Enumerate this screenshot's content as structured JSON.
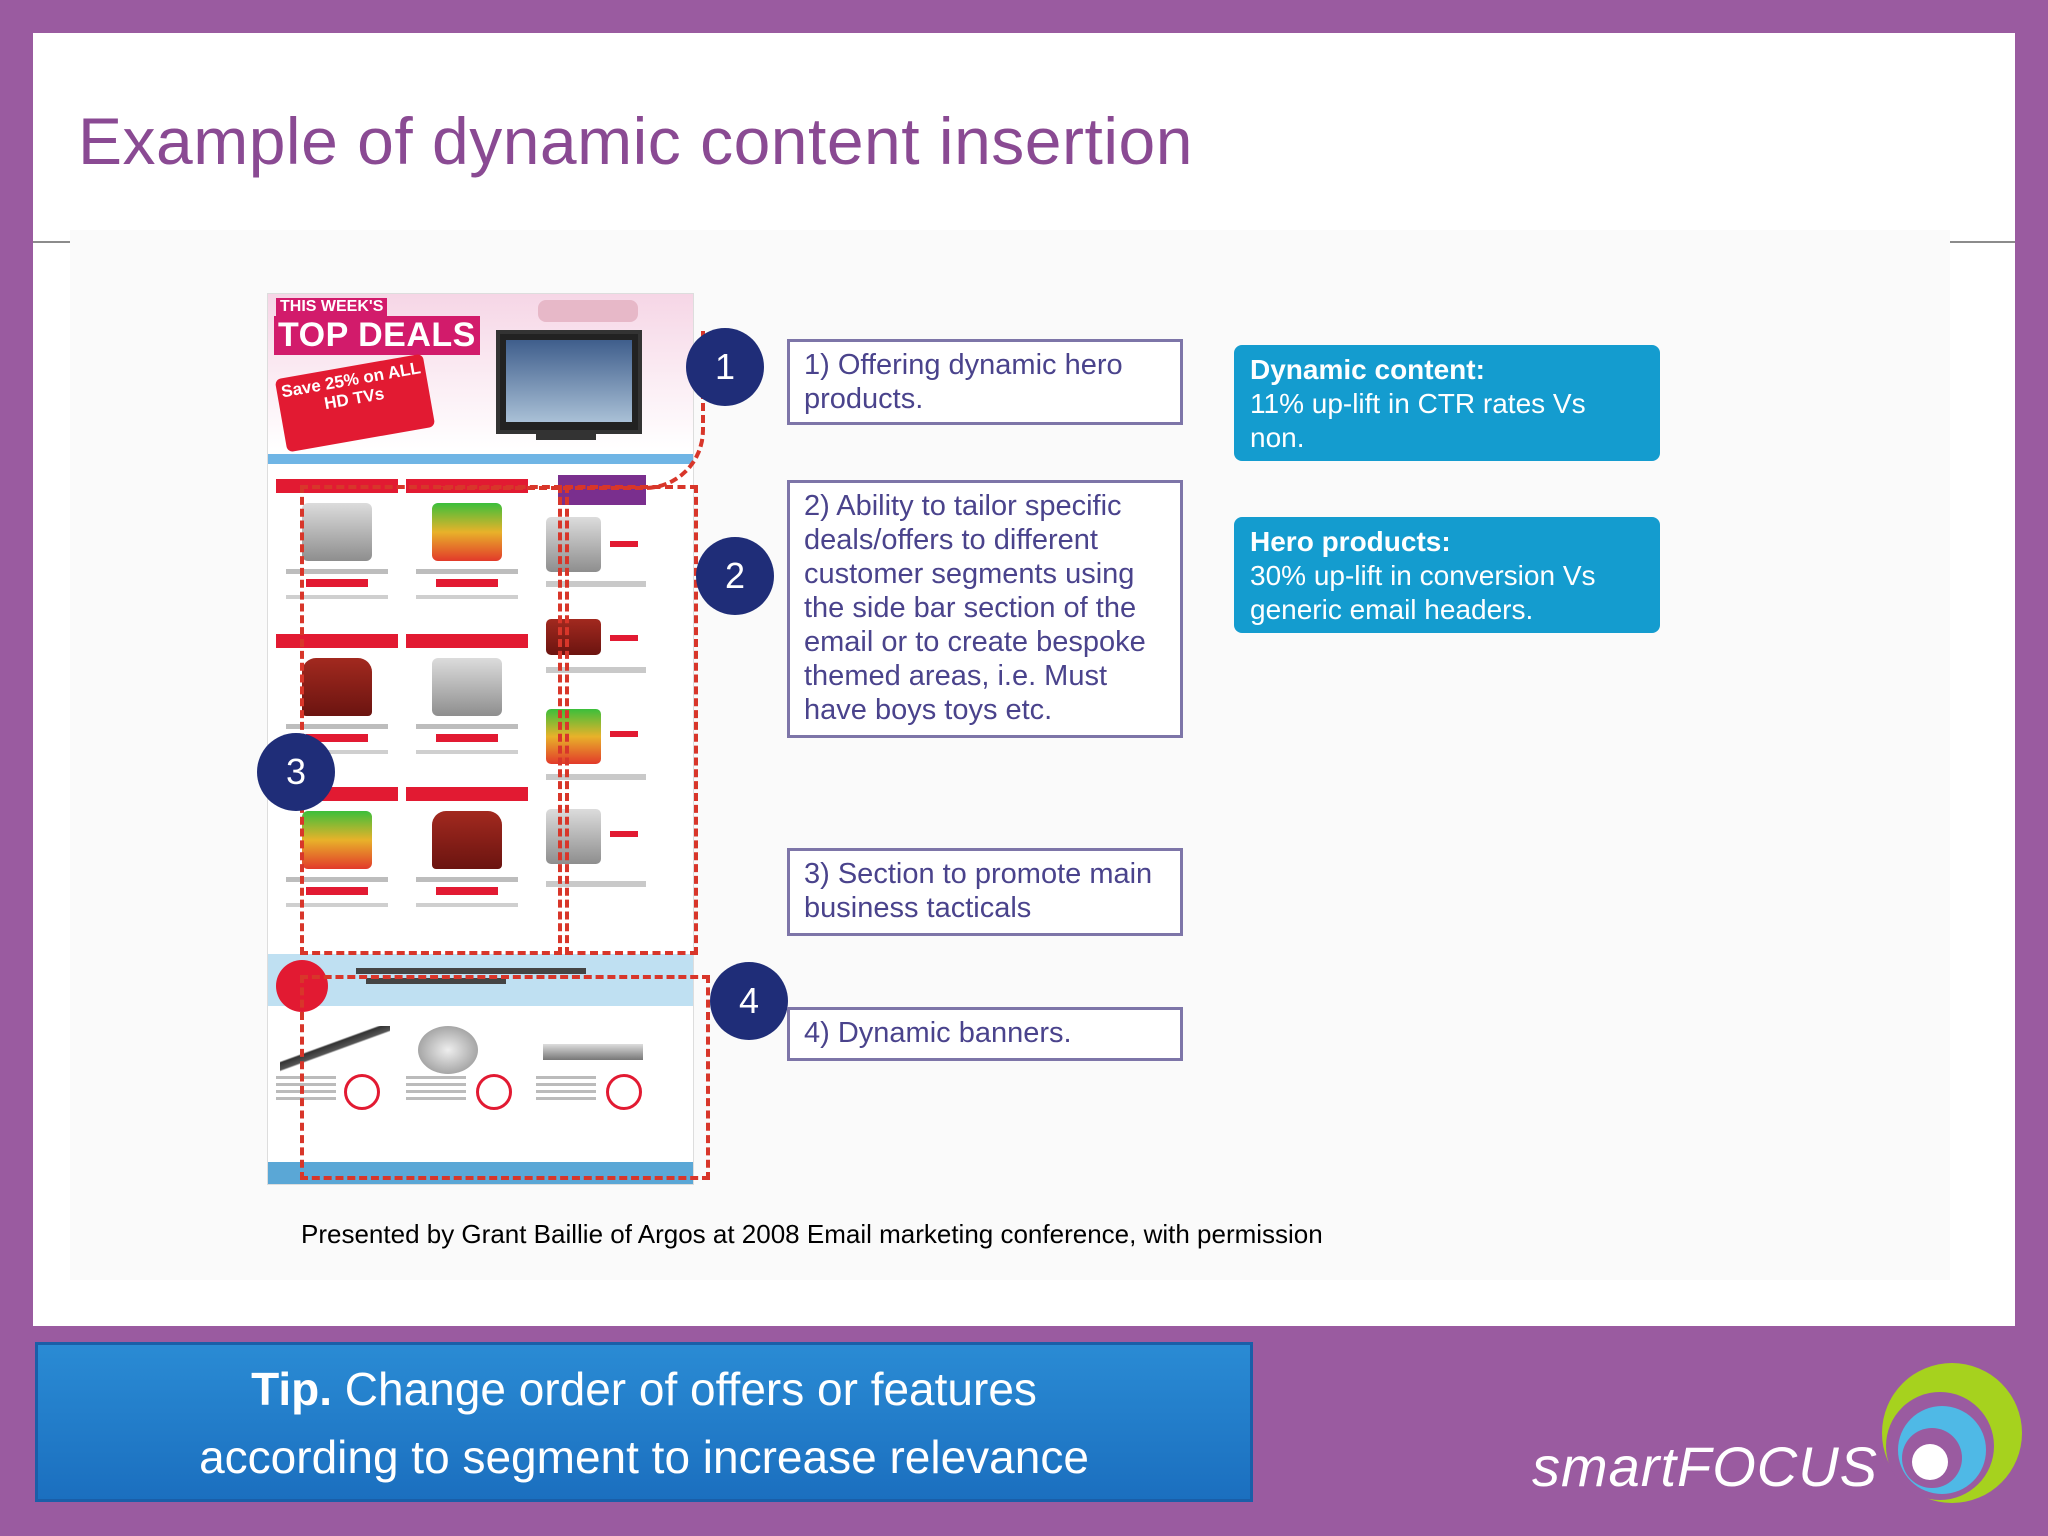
{
  "slide": {
    "title": "Example of dynamic content insertion"
  },
  "email_mock": {
    "hero_pre": "THIS WEEK'S",
    "hero_title": "TOP DEALS",
    "hero_save": "Save 25% on ALL HD TVs"
  },
  "numbers": [
    "1",
    "2",
    "3",
    "4"
  ],
  "callouts": {
    "c1": "1) Offering dynamic hero products.",
    "c2": "2) Ability to tailor specific deals/offers to different customer segments using the side bar section of the email or to create bespoke themed areas, i.e. Must have boys toys etc.",
    "c3": "3) Section to promote main business tacticals",
    "c4": "4) Dynamic banners."
  },
  "stats": {
    "s1_head": "Dynamic content:",
    "s1_body": "11% up-lift in CTR rates Vs non.",
    "s2_head": "Hero products:",
    "s2_body": "30% up-lift in conversion Vs generic email headers."
  },
  "credit": "Presented by Grant Baillie of Argos at 2008 Email marketing conference, with permission",
  "tip": {
    "bold": "Tip.",
    "line1": "Change order of offers or features",
    "line2": "according to segment to increase relevance"
  },
  "logo": {
    "text": "smartFOCUS"
  },
  "colors": {
    "background": "#9a5ba0",
    "title": "#8a4a93",
    "number_circle": "#1f2d78",
    "stat_box": "#149ccf",
    "tip_box": "#2a8bd4"
  }
}
